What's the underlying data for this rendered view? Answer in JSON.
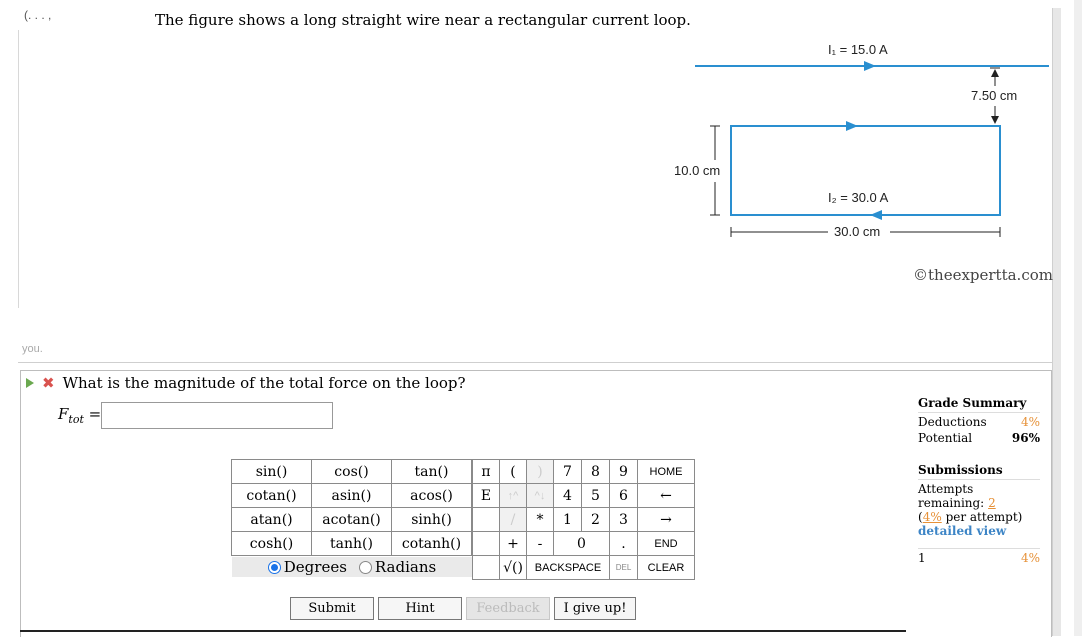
{
  "page": {
    "top_fragment": "(. . . ,",
    "problem_text": "The figure shows a long straight wire near a rectangular current loop.",
    "you_fragment": "you."
  },
  "figure": {
    "i1_label": "I₁ = 15.0 A",
    "i2_label": "I₂ = 30.0 A",
    "gap_label": "7.50 cm",
    "height_label": "10.0 cm",
    "width_label": "30.0 cm",
    "copyright": "©theexpertta.com",
    "wire_color": "#2a8fd0"
  },
  "question": {
    "text": "What is the magnitude of the total force on the loop?",
    "var_main": "F",
    "var_sub": "tot",
    "equals": "=",
    "answer_value": ""
  },
  "keypad": {
    "functions": [
      [
        "sin()",
        "cos()",
        "tan()"
      ],
      [
        "cotan()",
        "asin()",
        "acos()"
      ],
      [
        "atan()",
        "acotan()",
        "sinh()"
      ],
      [
        "cosh()",
        "tanh()",
        "cotanh()"
      ]
    ],
    "const_pi": "π",
    "const_e": "E",
    "paren_open": "(",
    "paren_close": ")",
    "up_arrow": "↑^",
    "down_arrow": "^↓",
    "slash": "/",
    "star": "*",
    "plus": "+",
    "minus": "-",
    "sqrt": "√()",
    "digits_row1": [
      "7",
      "8",
      "9"
    ],
    "digits_row2": [
      "4",
      "5",
      "6"
    ],
    "digits_row3": [
      "1",
      "2",
      "3"
    ],
    "zero": "0",
    "dot": ".",
    "home": "HOME",
    "left": "←",
    "right": "→",
    "end": "END",
    "backspace": "BACKSPACE",
    "del": "DEL",
    "clear": "CLEAR",
    "degrees": "Degrees",
    "radians": "Radians",
    "selected_mode": "Degrees"
  },
  "actions": {
    "submit": "Submit",
    "hint": "Hint",
    "feedback": "Feedback",
    "give_up": "I give up!"
  },
  "grade": {
    "title": "Grade Summary",
    "deductions_label": "Deductions",
    "deductions_value": "4%",
    "potential_label": "Potential",
    "potential_value": "96%",
    "submissions_title": "Submissions",
    "attempts_label": "Attempts remaining:",
    "attempts_value": "2",
    "per_attempt_pct": "4%",
    "per_attempt_text": "per attempt)",
    "detailed_view": "detailed view",
    "attempt_no": "1",
    "attempt_pct": "4%"
  }
}
